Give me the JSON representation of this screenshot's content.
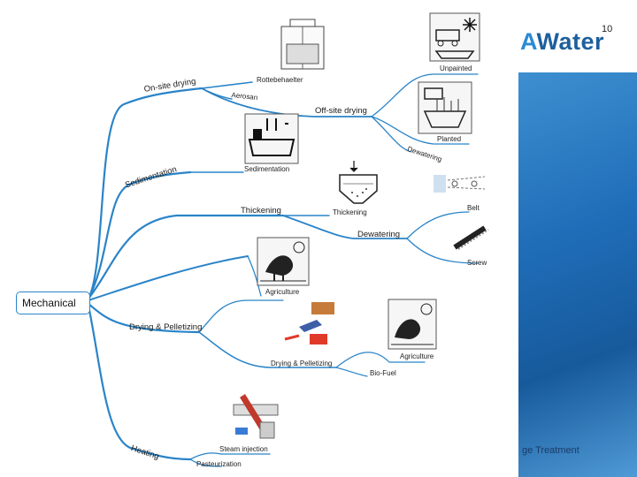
{
  "page_number": "10",
  "logo_text": "A",
  "logo_water": "Water",
  "footer_text": "ge Treatment",
  "root": "Mechanical",
  "labels": {
    "onsite": "On-site drying",
    "rottebehaelter": "Rottebehaelter",
    "aerosan": "Aerosan",
    "offsite": "Off-site drying",
    "unpainted": "Unpainted",
    "planted": "Planted",
    "dewatering1": "Dewatering",
    "sedimentation_branch": "Sedimentation",
    "sedimentation": "Sedimentation",
    "thickening_branch": "Thickening",
    "thickening": "Thickening",
    "belt": "Belt",
    "dewatering2": "Dewatering",
    "screw": "Screw",
    "agriculture1": "Agriculture",
    "drying_pelletizing_branch": "Drying & Pelletizing",
    "drying_pelletizing": "Drying & Pelletizing",
    "agriculture2": "Agriculture",
    "biofuel": "Bio-Fuel",
    "heating": "Heating",
    "steam_injection": "Steam injection",
    "pasteurization": "Pasteurization"
  },
  "colors": {
    "line": "#2a84c8",
    "brand": "#1d5f9e"
  }
}
